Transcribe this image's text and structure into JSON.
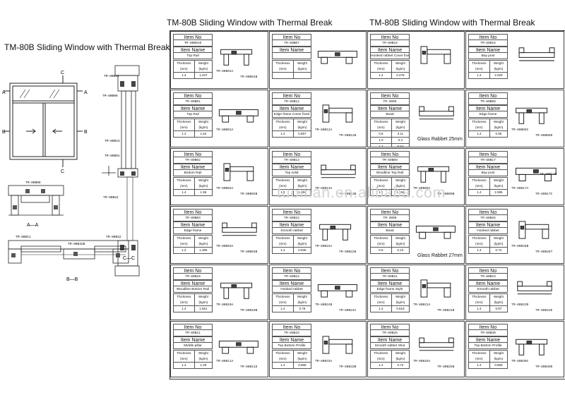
{
  "titles": {
    "left": "TM-80B Sliding Window with Thermal Break",
    "middle": "TM-80B Sliding Window with Thermal Break",
    "right": "TM-80B Sliding Window with Thermal Break"
  },
  "watermark": "tuoman.en.alibaba.com",
  "labels": {
    "item_no": "Item No",
    "item_name": "Item Name",
    "thickness": "Thickness (mm)",
    "weight": "Weight (kg/m)"
  },
  "drawing": {
    "section_marks": [
      "A",
      "A",
      "B",
      "B",
      "C",
      "C"
    ],
    "section_captions": [
      "A—A",
      "B—B",
      "C—C"
    ],
    "codes": [
      "TM-80B12",
      "TM-80B09",
      "TM-80B13",
      "TM-80B01",
      "TM-80B22",
      "TM-80B08",
      "TM-80B11",
      "TM-80B32B",
      "TM-80B22"
    ]
  },
  "col1": [
    {
      "no": "TM-80B010",
      "name": "Top Rail",
      "thickness": "1.4",
      "weight": "1.437",
      "codes": [
        "TM-80B01A",
        "TM-80B01B"
      ]
    },
    {
      "no": "TM-80B01",
      "name": "Top Rail",
      "thickness": "1.4",
      "weight": "1.64",
      "codes": [
        "TM-80B01A"
      ]
    },
    {
      "no": "TM-80B02",
      "name": "Bottom Rail",
      "thickness": "1.4",
      "weight": "1.58",
      "codes": [
        "TM-80B02A",
        "TM-80B02B"
      ]
    },
    {
      "no": "TM-80B03",
      "name": "Edge frame",
      "thickness": "1.4",
      "weight": "1.386",
      "codes": [
        "TM-80B03A",
        "TM-80B03B"
      ]
    },
    {
      "no": "TM-80B10",
      "name": "Woodline Bottom Rail",
      "thickness": "1.4",
      "weight": "1.661",
      "codes": [
        "TM-80B10A",
        "TM-80B10B"
      ]
    },
    {
      "no": "TM-80B11",
      "name": "Middle pillar",
      "thickness": "1.4",
      "weight": "1.29",
      "codes": [
        "TM-80B11A",
        "TM-80B11D"
      ]
    }
  ],
  "col2": [
    {
      "no": "TM-80B07",
      "name": "",
      "thickness": "",
      "weight": "",
      "codes": []
    },
    {
      "no": "TM-80B12",
      "name": "Edge frame Cover fixed",
      "thickness": "1.4",
      "weight": "0.857",
      "codes": [
        "TM-80B12A",
        "TM-80B12B"
      ]
    },
    {
      "no": "TM-80B13",
      "name": "Top solid",
      "thickness": "1.4",
      "weight": "1.384",
      "codes": [
        "TM-80B13A",
        "TM-80B13B"
      ]
    },
    {
      "no": "TM-80B22",
      "name": "Smooth rabbet",
      "thickness": "1.4",
      "weight": "0.936",
      "codes": [
        "TM-80B22A",
        "TM-80B22B"
      ]
    },
    {
      "no": "TM-80B24",
      "name": "Hooked rabbet",
      "thickness": "1.4",
      "weight": "0.79",
      "codes": [
        "TM-80B24B",
        "TM-80B24C"
      ]
    },
    {
      "no": "TM-80B33",
      "name": "Top Bottom Profile",
      "thickness": "1.4",
      "weight": "0.868",
      "codes": [
        "TM-80B33A",
        "TM-80B33B"
      ]
    }
  ],
  "col3": [
    {
      "no": "TM-80B18",
      "name": "Hooked rabbet Cover fixed",
      "thickness": "1.4",
      "weight": "0.278",
      "codes": []
    },
    {
      "no": "TM-3000",
      "name": "Bead",
      "rows": [
        [
          "0.8",
          "0.11"
        ],
        [
          "1.0",
          "0.4"
        ],
        [
          "1.2",
          "0.54"
        ]
      ],
      "caption": "Glass Rabbet 25mm"
    },
    {
      "no": "TM-80B09",
      "name": "Woodline Top Rail",
      "thickness": "1.4",
      "weight": "1.769",
      "codes": [
        "TM-80B09A",
        "TM-80B09B"
      ]
    },
    {
      "no": "TM-3000",
      "name": "Bead",
      "rows": [
        [
          "0.9",
          "0.12"
        ]
      ],
      "caption": "Glass Rabbet 27mm"
    },
    {
      "no": "TM-80B21",
      "name": "Edge frame Style",
      "thickness": "1.4",
      "weight": "0.618",
      "codes": [
        "TM-80B21A",
        "TM-80B21B"
      ]
    },
    {
      "no": "TM-80B25",
      "name": "Smooth rabbet Shut",
      "thickness": "1.4",
      "weight": "0.72",
      "codes": [
        "TM-80B25A",
        "TM-80B25B"
      ]
    }
  ],
  "col4": [
    {
      "no": "TM-80B16",
      "name": "Bay post",
      "thickness": "1.4",
      "weight": "2.029",
      "codes": []
    },
    {
      "no": "TM-80B08",
      "name": "Edge frame",
      "thickness": "1.4",
      "weight": "0.96",
      "codes": [
        "TM-80B08C",
        "TM-80B08D"
      ]
    },
    {
      "no": "TM-80B17",
      "name": "Bay post",
      "thickness": "1.4",
      "weight": "2.085",
      "codes": [
        "TM-80B17A",
        "TM-80B17C",
        "TM-80B17B"
      ]
    },
    {
      "no": "TM-80B26",
      "name": "Hooked rabbet",
      "thickness": "1.4",
      "weight": "0.72",
      "codes": [
        "TM-80B26B",
        "TM-80B26T"
      ]
    },
    {
      "no": "TM-80B23",
      "name": "Smooth rabbet",
      "thickness": "1.4",
      "weight": "0.87",
      "codes": [
        "TM-80B23D",
        "TM-80B23E"
      ]
    },
    {
      "no": "TM-80B30",
      "name": "Top Bottom Profile",
      "thickness": "1.4",
      "weight": "0.868",
      "codes": [
        "TM-80B30C",
        "TM-80B30D"
      ]
    }
  ]
}
